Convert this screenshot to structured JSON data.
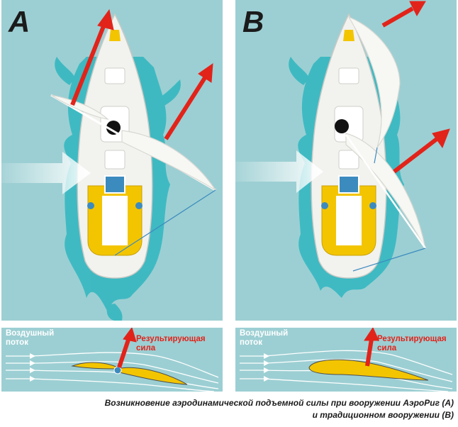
{
  "panel_a": {
    "label": "A"
  },
  "panel_b": {
    "label": "B"
  },
  "strip_a": {
    "flow_label": "Воздушный поток",
    "force_label": "Результирующая сила"
  },
  "strip_b": {
    "flow_label": "Воздушный поток",
    "force_label": "Результирующая сила"
  },
  "caption": {
    "line1": "Возникновение аэродинамической подъемной силы при вооружении АэроРиг (А)",
    "line2": "и традиционном вооружении (В)"
  },
  "colors": {
    "water": "#9ccfd3",
    "wake": "#2fb6bf",
    "hull": "#f2f2ef",
    "deck_yellow": "#f3c500",
    "force_arrow": "#e2231a",
    "sail": "#f7f7f4",
    "airflow": "#ffffff"
  }
}
